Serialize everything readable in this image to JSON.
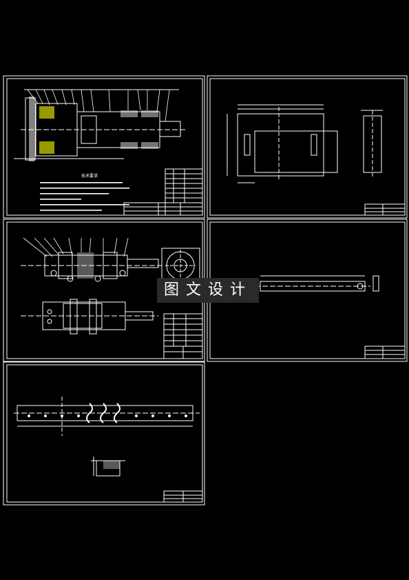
{
  "watermark": {
    "text": "图文设计"
  },
  "sheets": [
    {
      "id": "assembly",
      "notes_title": "技术要求",
      "notes": [
        "1.",
        "2.",
        "3.",
        "4.",
        "5."
      ]
    },
    {
      "id": "plate"
    },
    {
      "id": "cylinder-assembly"
    },
    {
      "id": "bar"
    },
    {
      "id": "rail"
    }
  ],
  "colors": {
    "line": "#ffffff",
    "accent": "#ffff00",
    "background": "#000000"
  }
}
